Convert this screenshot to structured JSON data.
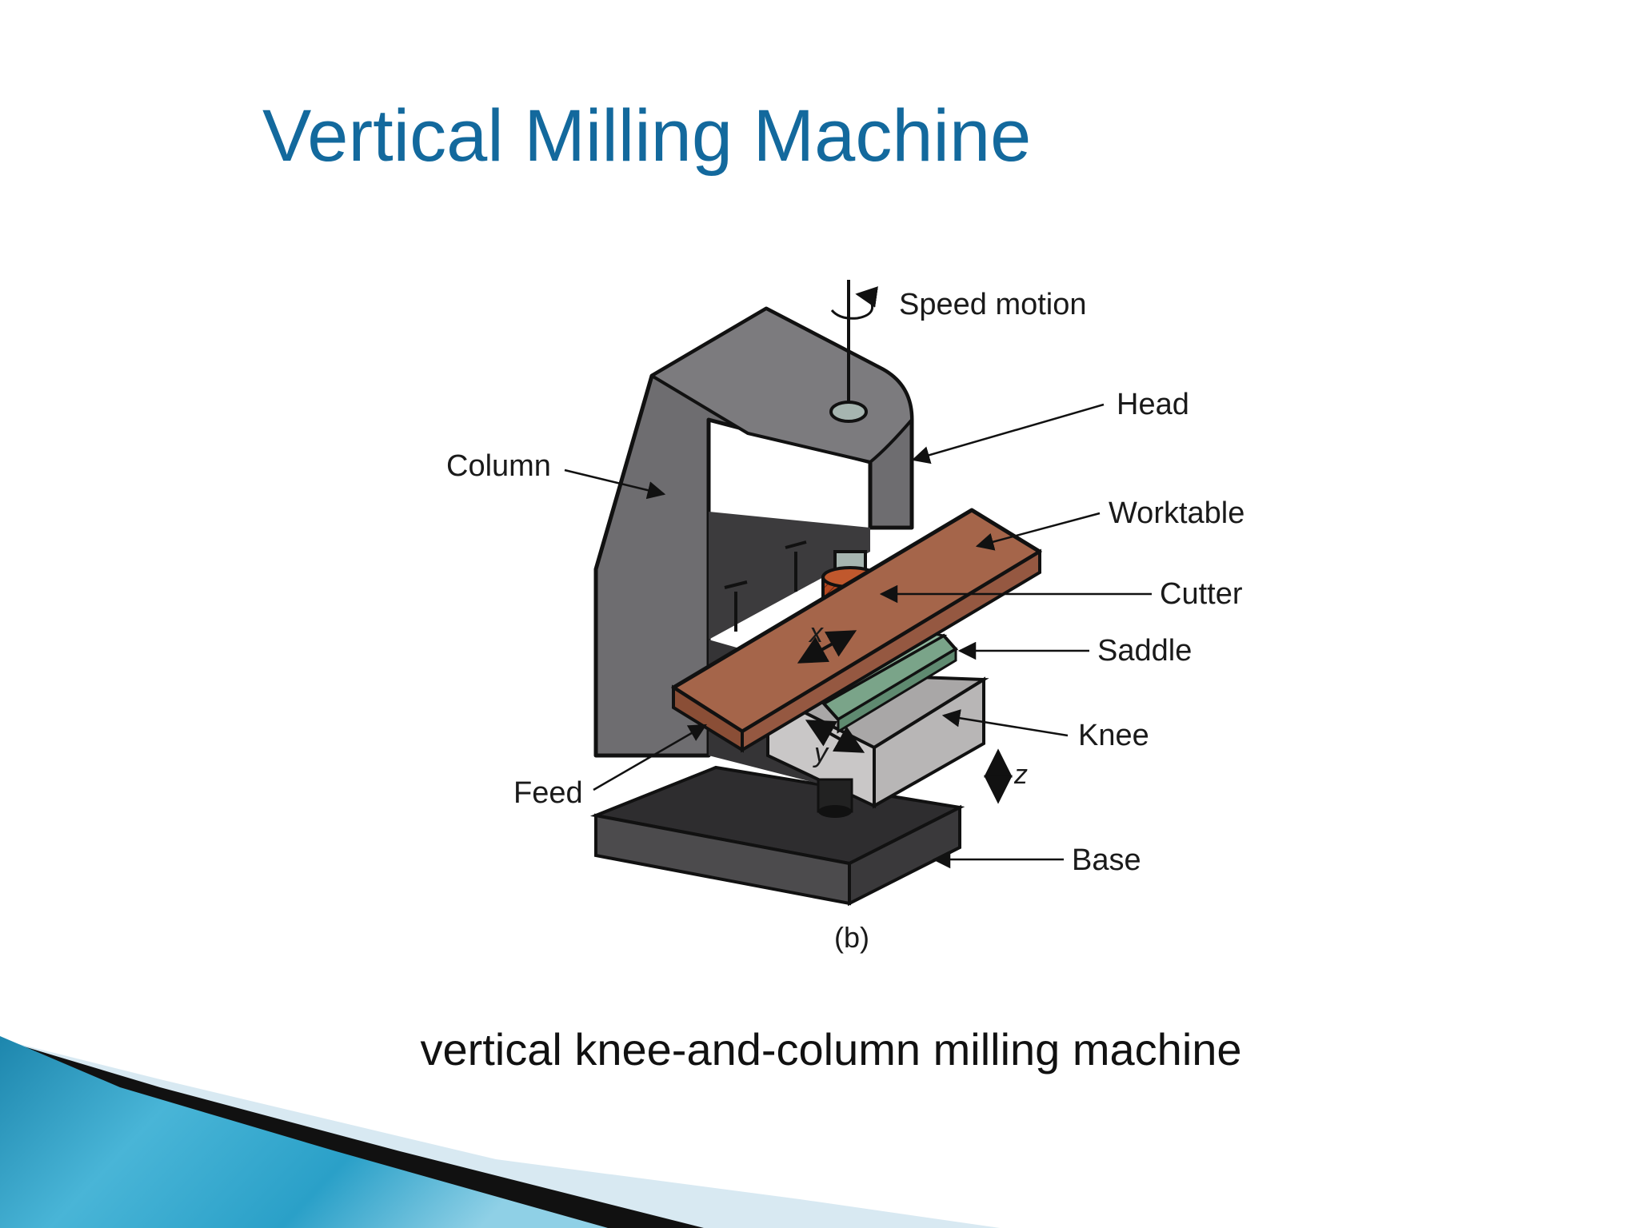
{
  "slide": {
    "title": "Vertical Milling Machine",
    "caption": "vertical knee-and-column milling machine"
  },
  "diagram": {
    "labels": {
      "speed_motion": "Speed motion",
      "head": "Head",
      "column": "Column",
      "worktable": "Worktable",
      "cutter": "Cutter",
      "saddle": "Saddle",
      "knee": "Knee",
      "feed": "Feed",
      "base": "Base",
      "axis_x": "x",
      "axis_y": "y",
      "axis_z": "z",
      "figure_tag": "(b)"
    },
    "colors": {
      "column": "#6e6d70",
      "column_dark": "#3c3b3d",
      "worktable": "#a5654a",
      "cutter": "#b3471f",
      "saddle": "#7aa489",
      "knee": "#c9c7c7",
      "spindle": "#a6b5b0"
    }
  },
  "theme": {
    "title_color": "#13699d",
    "swoosh_color": "#2a9fc4"
  }
}
